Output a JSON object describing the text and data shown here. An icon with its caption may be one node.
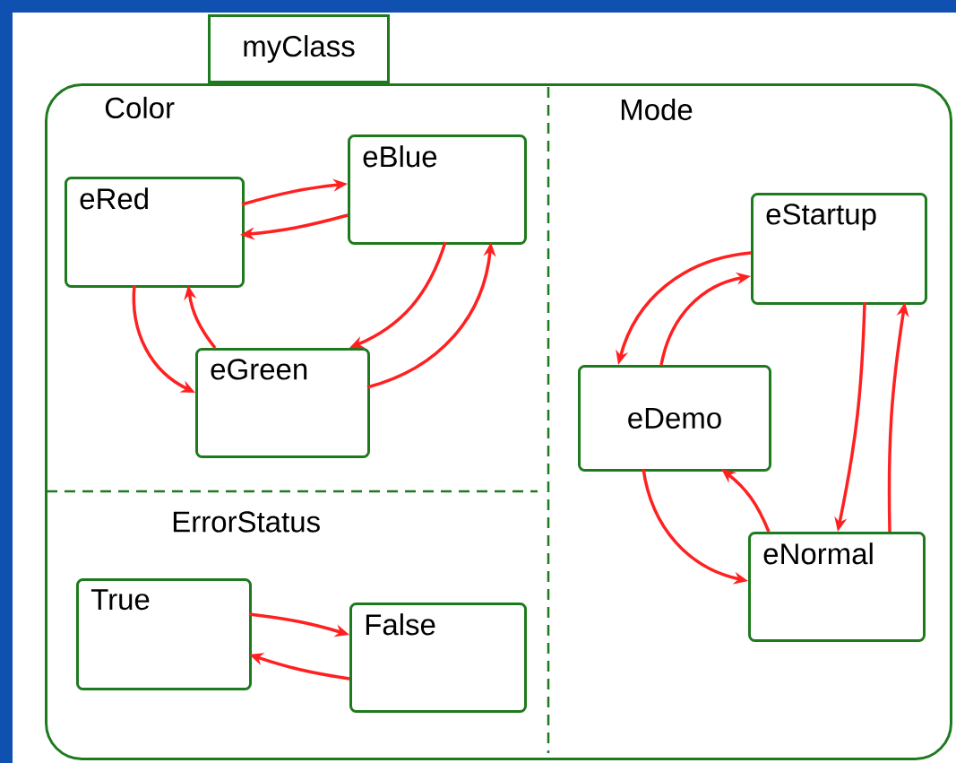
{
  "diagram": {
    "nodes": [
      {
        "text": [
          "myClass"
        ]
      },
      {
        "text": [
          "eBlue"
        ],
        "in": 0
      },
      {
        "text": [
          "eRed"
        ],
        "in": 0
      },
      {
        "text": [
          "eGreen"
        ],
        "in": 0
      },
      {
        "text": [
          "eStartup"
        ],
        "in": 0
      },
      {
        "text": [
          "eDemo"
        ],
        "in": 0
      },
      {
        "text": [
          "eNormal"
        ],
        "in": 0
      },
      {
        "text": [
          "True"
        ],
        "in": 0
      },
      {
        "text": [
          "False"
        ],
        "in": 0
      }
    ],
    "edges": [
      {
        "from": 2,
        "to": 1,
        "arrow": "to"
      },
      {
        "from": 1,
        "to": 2,
        "arrow": "to"
      },
      {
        "from": 1,
        "to": 3,
        "arrow": "to"
      },
      {
        "from": 3,
        "to": 1,
        "arrow": "to"
      },
      {
        "from": 2,
        "to": 3,
        "arrow": "to"
      },
      {
        "from": 3,
        "to": 2,
        "arrow": "to"
      },
      {
        "from": 7,
        "to": 8,
        "arrow": "to"
      },
      {
        "from": 8,
        "to": 7,
        "arrow": "to"
      },
      {
        "from": 4,
        "to": 5,
        "arrow": "to"
      },
      {
        "from": 5,
        "to": 4,
        "arrow": "to"
      },
      {
        "from": 4,
        "to": 6,
        "arrow": "to"
      },
      {
        "from": 6,
        "to": 4,
        "arrow": "to"
      },
      {
        "from": 5,
        "to": 6,
        "arrow": "to"
      },
      {
        "from": 6,
        "to": 5,
        "arrow": "to"
      }
    ],
    "labels": [
      "Color",
      "Mode",
      "ErrorStatus"
    ]
  }
}
